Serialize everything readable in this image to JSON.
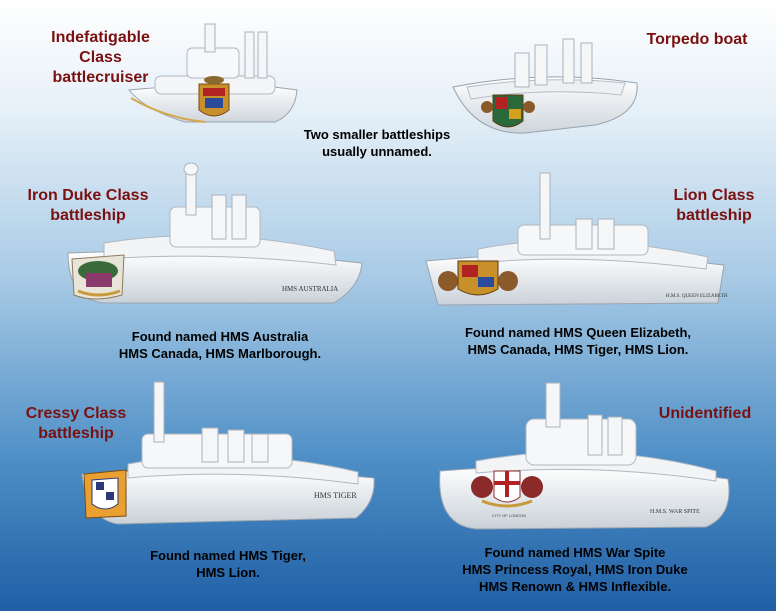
{
  "titles": {
    "indefatigable": [
      "Indefatigable Class",
      "battlecruiser"
    ],
    "torpedo": [
      "Torpedo boat"
    ],
    "iron_duke": [
      "Iron Duke Class",
      "battleship"
    ],
    "lion": [
      "Lion Class",
      "battleship"
    ],
    "cressy": [
      "Cressy Class",
      "battleship"
    ],
    "unidentified": [
      "Unidentified"
    ]
  },
  "captions": {
    "smaller": [
      "Two smaller battleships",
      "usually unnamed."
    ],
    "iron_duke": [
      "Found named HMS Australia",
      "HMS Canada, HMS Marlborough."
    ],
    "lion": [
      "Found named HMS Queen Elizabeth,",
      "HMS Canada, HMS Tiger, HMS Lion."
    ],
    "cressy": [
      "Found named HMS Tiger,",
      "HMS Lion."
    ],
    "unidentified": [
      "Found named HMS War Spite",
      "HMS Princess Royal, HMS Iron Duke",
      "HMS Renown & HMS Inflexible."
    ]
  },
  "hull_names": {
    "iron_duke": "HMS AUSTRALIA",
    "lion": "H.M.S. QUEEN ELIZABETH",
    "cressy": "HMS TIGER",
    "unidentified": "H.M.S. WAR SPITE",
    "unidentified_crest": "CITY OF LONDON"
  }
}
